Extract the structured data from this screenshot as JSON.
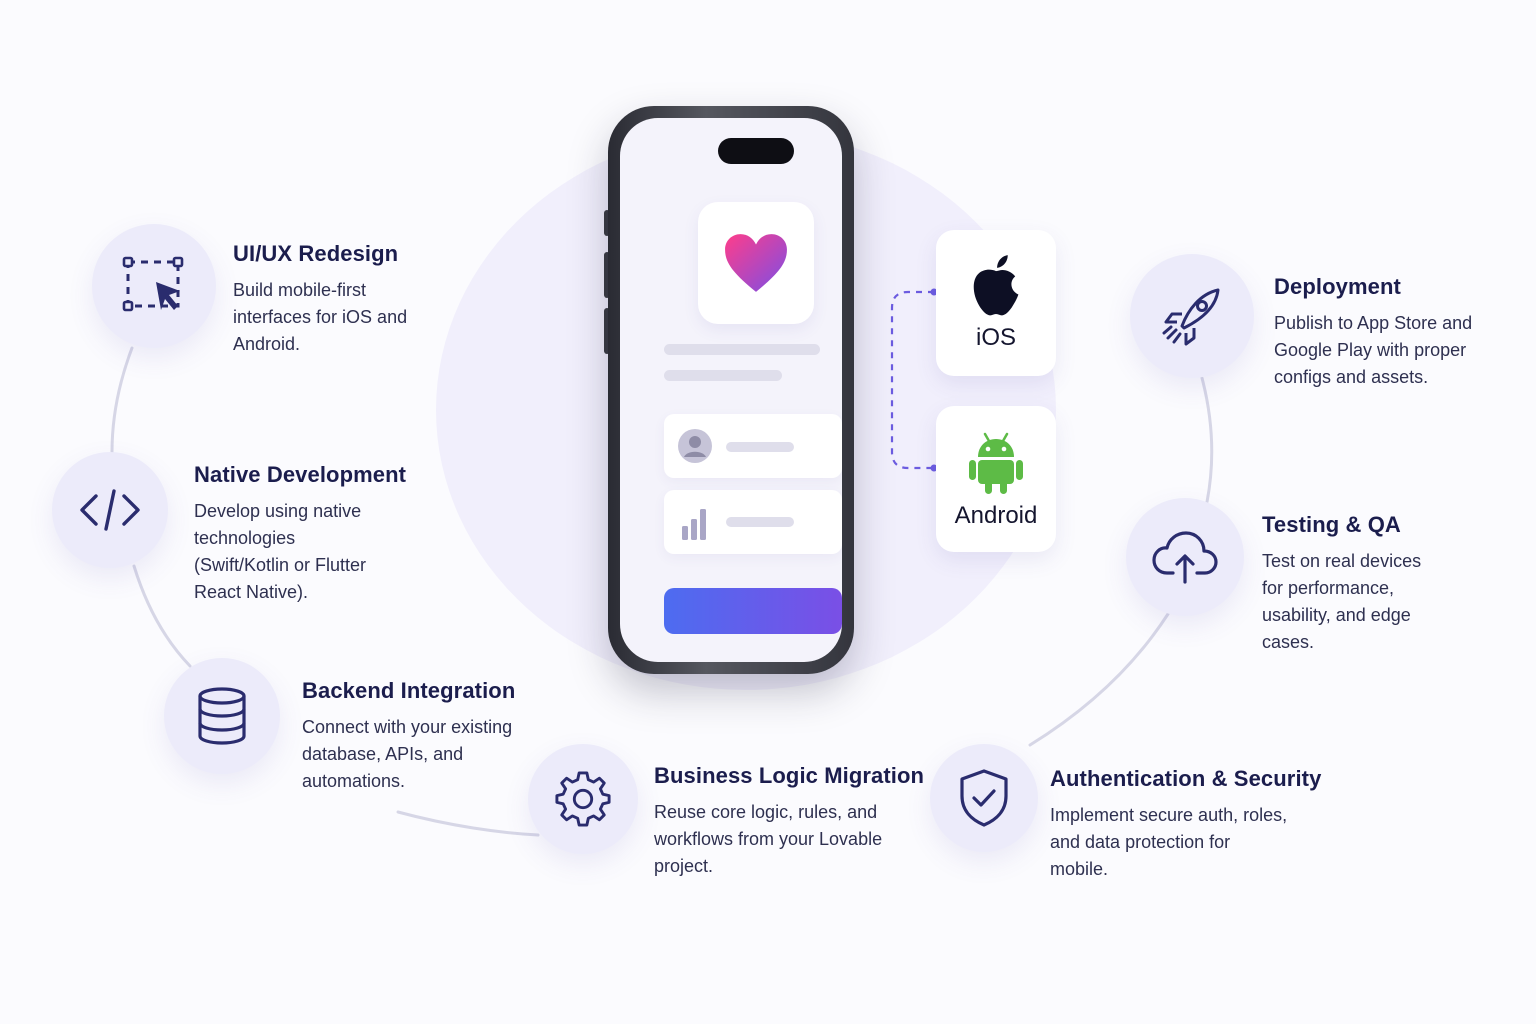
{
  "features": [
    {
      "id": "ui-ux",
      "title": "UI/UX Redesign",
      "description": "Build mobile-first interfaces for iOS and Android.",
      "icon": "selection-cursor-icon"
    },
    {
      "id": "native",
      "title": "Native Development",
      "description": "Develop using native technologies (Swift/Kotlin or Flutter React Native).",
      "icon": "code-icon"
    },
    {
      "id": "backend",
      "title": "Backend Integration",
      "description": "Connect with your existing database, APIs, and automations.",
      "icon": "database-icon"
    },
    {
      "id": "business-logic",
      "title": "Business Logic Migration",
      "description": "Reuse core logic, rules, and workflows from your Lovable project.",
      "icon": "gear-icon"
    },
    {
      "id": "auth",
      "title": "Authentication & Security",
      "description": "Implement secure auth, roles, and data protection for mobile.",
      "icon": "shield-check-icon"
    },
    {
      "id": "testing",
      "title": "Testing & QA",
      "description": "Test on real devices for performance, usability, and edge cases.",
      "icon": "cloud-upload-icon"
    },
    {
      "id": "deployment",
      "title": "Deployment",
      "description": "Publish to App Store and Google Play with proper configs and assets.",
      "icon": "rocket-icon"
    }
  ],
  "platforms": [
    {
      "label": "iOS",
      "icon": "apple-icon"
    },
    {
      "label": "Android",
      "icon": "android-icon"
    }
  ],
  "phone": {
    "app_icon": "heart-icon",
    "list_icons": [
      "user-avatar-icon",
      "bar-chart-icon"
    ]
  },
  "colors": {
    "icon_stroke": "#2a2c6e",
    "accent_purple": "#7a4fe6",
    "accent_blue": "#4d6cf0",
    "android_green": "#5dbb46",
    "circle_bg": "#ecebfa",
    "connector": "#d6d6e6"
  }
}
